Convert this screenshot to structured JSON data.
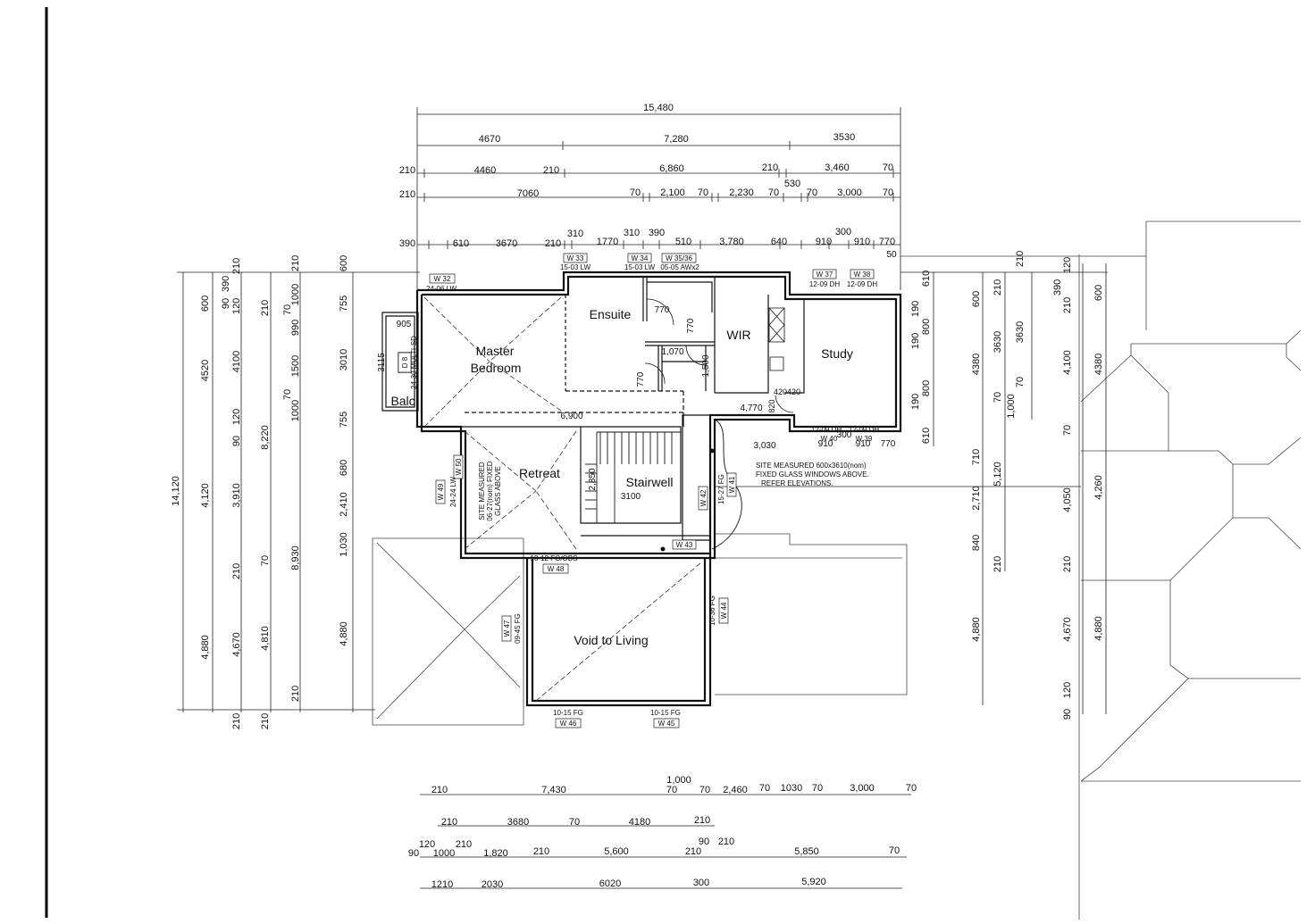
{
  "rooms": {
    "master_bedroom_1": "Master",
    "master_bedroom_2": "Bedroom",
    "ensuite": "Ensuite",
    "wir": "WIR",
    "study": "Study",
    "retreat": "Retreat",
    "stairwell": "Stairwell",
    "void": "Void to Living",
    "balcony": "Balc."
  },
  "top_dims": {
    "row1": [
      "15,480"
    ],
    "row2": [
      "4670",
      "7,280",
      "3530"
    ],
    "row3": [
      "210",
      "4460",
      "210",
      "6,860",
      "210",
      "3,460",
      "70"
    ],
    "row4": [
      "210",
      "7060",
      "70",
      "2,100",
      "70",
      "2,230",
      "70",
      "530",
      "70",
      "3,000",
      "70"
    ],
    "row5": [
      "390",
      "610",
      "3670",
      "210",
      "310",
      "1770",
      "310",
      "390",
      "510",
      "3,780",
      "640",
      "910",
      "300",
      "910",
      "770"
    ]
  },
  "bottom_dims": {
    "row1": [
      "210",
      "7,430",
      "1,000",
      "70",
      "70",
      "2,460",
      "70",
      "1030",
      "70",
      "3,000",
      "70"
    ],
    "row2": [
      "210",
      "3680",
      "70",
      "4180",
      "210"
    ],
    "row3": [
      "90",
      "120",
      "1000",
      "210",
      "1,820",
      "210",
      "5,600",
      "210",
      "90",
      "210",
      "5,850",
      "70"
    ],
    "row4": [
      "1210",
      "2030",
      "6020",
      "300",
      "5,920"
    ]
  },
  "left_dims": {
    "col1": [
      "14,120"
    ],
    "col2": [
      "600",
      "4520",
      "4,120",
      "4,880"
    ],
    "col3": [
      "90",
      "390",
      "120",
      "90",
      "210"
    ],
    "col4": [
      "210",
      "4100",
      "120",
      "3,910",
      "210",
      "4,670",
      "210"
    ],
    "col5": [
      "210",
      "70",
      "8,220",
      "70",
      "4,810",
      "210"
    ],
    "col6": [
      "210",
      "1000",
      "990",
      "1500",
      "70",
      "1000",
      "8,930",
      "210"
    ],
    "col7": [
      "600",
      "755",
      "3010",
      "755",
      "680",
      "2,410",
      "1,030",
      "4,880"
    ]
  },
  "right_dims": {
    "col1": [
      "610",
      "190",
      "190",
      "190",
      "800",
      "800",
      "610"
    ],
    "col2": [
      "600",
      "4380",
      "710",
      "2,710",
      "840",
      "4,880"
    ],
    "col3": [
      "210",
      "3630",
      "70",
      "1,000",
      "5,120",
      "210"
    ],
    "col4": [
      "3630",
      "70"
    ],
    "col5": [
      "390",
      "120",
      "210",
      "4,100",
      "70",
      "4,050",
      "210",
      "4,670",
      "120",
      "90"
    ],
    "col6": [
      "600",
      "4380",
      "4,260",
      "4,880"
    ]
  },
  "interior_dims": {
    "d905": "905",
    "d3115": "3115",
    "d770a": "770",
    "d770b": "770",
    "d1070": "1,070",
    "d1500": "1,500",
    "d770c": "770",
    "d420": "420420",
    "d4770": "4,770",
    "d6900": "6,900",
    "d3030": "3,030",
    "d2850": "2,850",
    "d3100": "3100",
    "d820": "820",
    "d50": "50",
    "d910a": "910",
    "d300": "300",
    "d910b": "910",
    "d770d": "770"
  },
  "windows": {
    "w32": "W 32",
    "w32s": "24-06 LW",
    "w33": "W 33",
    "w33s": "15-03 LW",
    "w34": "W 34",
    "w34s": "15-03 LW",
    "w35": "W 35/36",
    "w35s": "05-05 AWx2",
    "w37": "W 37",
    "w37s": "12-09 DH",
    "w38": "W 38",
    "w38s": "12-09 DH",
    "w40": "W 40",
    "w40s": "12-09 DH",
    "w39": "W 39",
    "w39s": "12-09 DH",
    "w49": "W 49",
    "w49s": "24-24 LW",
    "w50": "W 50",
    "w42": "W 42",
    "w42s": "15-27 FG",
    "w41": "W 41",
    "w43": "W 43",
    "w48": "W 48",
    "w48s": "18-12 FG/OBS",
    "w47": "W 47",
    "w47s": "09-45 FG",
    "w44": "W 44",
    "w44s": "10-36 FG",
    "w46": "W 46",
    "w46s": "10-15 FG",
    "w45": "W 45",
    "w45s": "10-15 FG",
    "d8": "D 8",
    "d8s": "24-30 MULTI-SD"
  },
  "notes": {
    "retreat_1": "SITE MEASURED",
    "retreat_2": "06-27(nom) FIXED",
    "retreat_3": "GLASS ABOVE",
    "stair_1": "SITE MEASURED 600x3610(nom)",
    "stair_2": "FIXED GLASS WINDOWS ABOVE.",
    "stair_3": "REFER ELEVATIONS."
  }
}
